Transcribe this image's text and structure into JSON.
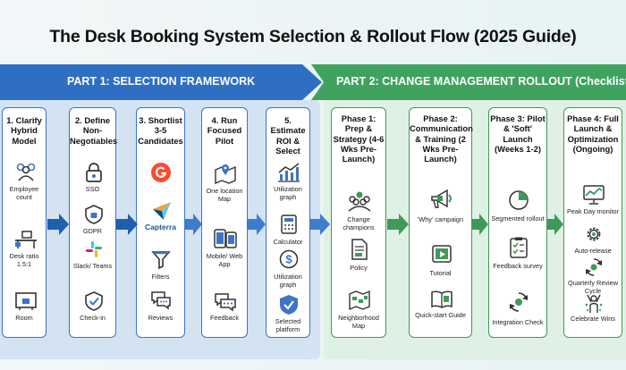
{
  "title": "The Desk Booking System Selection & Rollout Flow (2025 Guide)",
  "part1": {
    "banner": "PART 1: SELECTION FRAMEWORK",
    "steps": [
      {
        "title": "1. Clarify Hybrid Model",
        "items": [
          {
            "icon": "people-icon",
            "label": "Employee count"
          },
          {
            "icon": "desk-icon",
            "label": "Desk ratio 1.5:1"
          },
          {
            "icon": "room-icon",
            "label": "Room"
          }
        ]
      },
      {
        "title": "2. Define Non-Negotiables",
        "items": [
          {
            "icon": "lock-icon",
            "label": "SSO"
          },
          {
            "icon": "shield-icon",
            "label": "GDPR"
          },
          {
            "icon": "slack-icon",
            "label": "Slack/ Teams"
          },
          {
            "icon": "check-shield-icon",
            "label": "Check-in"
          }
        ]
      },
      {
        "title": "3. Shortlist 3-5 Candidates",
        "items": [
          {
            "icon": "g2-logo-icon",
            "label": ""
          },
          {
            "icon": "capterra-logo-icon",
            "label": "Capterra"
          },
          {
            "icon": "filter-icon",
            "label": "Filters"
          },
          {
            "icon": "reviews-icon",
            "label": "Reviews"
          }
        ]
      },
      {
        "title": "4. Run Focused Pilot",
        "items": [
          {
            "icon": "map-pin-icon",
            "label": "One location Map"
          },
          {
            "icon": "phone-icon",
            "label": "Mobile/ Web App"
          },
          {
            "icon": "chat-icon",
            "label": "Feedback"
          }
        ]
      },
      {
        "title": "5. Estimate ROI & Select",
        "items": [
          {
            "icon": "graph-icon",
            "label": "Utilization graph"
          },
          {
            "icon": "calculator-icon",
            "label": "Calculator"
          },
          {
            "icon": "dollar-icon",
            "label": "Utilization graph"
          },
          {
            "icon": "selected-icon",
            "label": "Selected platform"
          }
        ]
      }
    ]
  },
  "part2": {
    "banner": "PART 2: CHANGE MANAGEMENT ROLLOUT (Checklist)",
    "phases": [
      {
        "title": "Phase 1: Prep & Strategy (4-6 Wks Pre-Launch)",
        "items": [
          {
            "icon": "champions-icon",
            "label": "Change champions"
          },
          {
            "icon": "policy-icon",
            "label": "Policy"
          },
          {
            "icon": "map-icon",
            "label": "Neighborhood Map"
          }
        ]
      },
      {
        "title": "Phase 2: Communication & Training (2 Wks Pre-Launch)",
        "items": [
          {
            "icon": "megaphone-icon",
            "label": "'Why' campaign"
          },
          {
            "icon": "tutorial-icon",
            "label": "Tutorial"
          },
          {
            "icon": "guide-icon",
            "label": "Quick-start Guide"
          }
        ]
      },
      {
        "title": "Phase 3: Pilot & 'Soft' Launch (Weeks 1-2)",
        "items": [
          {
            "icon": "pie-icon",
            "label": "Segmented rollout"
          },
          {
            "icon": "survey-icon",
            "label": "Feedback survey"
          },
          {
            "icon": "integration-icon",
            "label": "Integration Check"
          }
        ]
      },
      {
        "title": "Phase 4: Full Launch & Optimization (Ongoing)",
        "items": [
          {
            "icon": "monitor-icon",
            "label": "Peak Day monitor"
          },
          {
            "icon": "gear-icon",
            "label": "Auto-release"
          },
          {
            "icon": "cycle-icon",
            "label": "Quarterly Review Cycle"
          },
          {
            "icon": "celebrate-icon",
            "label": "Celebrate Wins"
          }
        ]
      }
    ]
  },
  "colors": {
    "blue": "#3d74c5",
    "green": "#3f9a5a",
    "blue_banner": "#2e6fc4",
    "green_banner": "#3fa35f"
  }
}
